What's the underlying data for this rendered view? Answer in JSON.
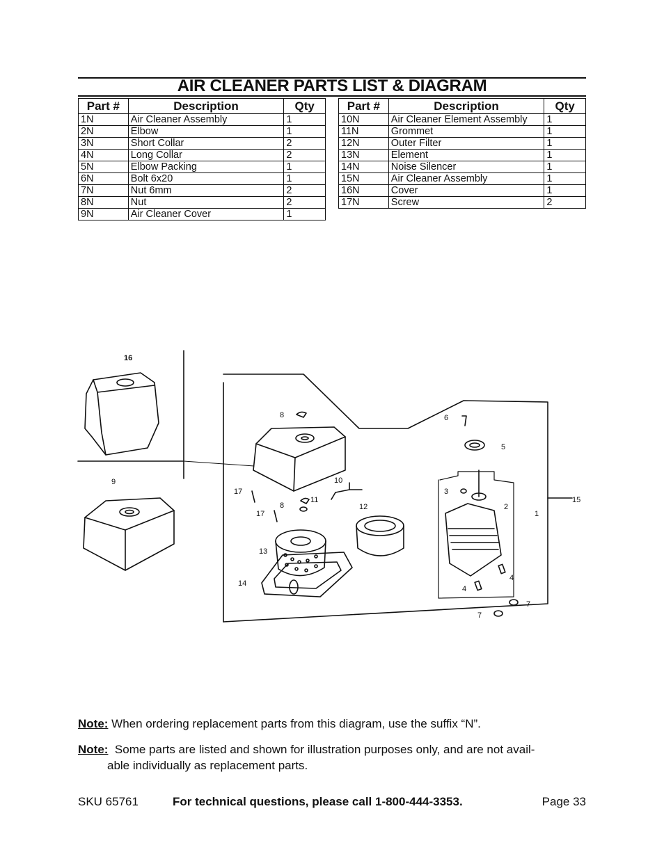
{
  "title": "AIR CLEANER PARTS LIST & DIAGRAM",
  "table_headers": {
    "part": "Part #",
    "description": "Description",
    "qty": "Qty"
  },
  "left_table": [
    {
      "part": "1N",
      "description": "Air Cleaner Assembly",
      "qty": "1"
    },
    {
      "part": "2N",
      "description": "Elbow",
      "qty": "1"
    },
    {
      "part": "3N",
      "description": "Short Collar",
      "qty": "2"
    },
    {
      "part": "4N",
      "description": "Long Collar",
      "qty": "2"
    },
    {
      "part": "5N",
      "description": "Elbow Packing",
      "qty": "1"
    },
    {
      "part": "6N",
      "description": "Bolt 6x20",
      "qty": "1"
    },
    {
      "part": "7N",
      "description": "Nut 6mm",
      "qty": "2"
    },
    {
      "part": "8N",
      "description": "Nut",
      "qty": "2"
    },
    {
      "part": "9N",
      "description": "Air Cleaner Cover",
      "qty": "1"
    }
  ],
  "right_table": [
    {
      "part": "10N",
      "description": "Air Cleaner Element Assembly",
      "qty": "1"
    },
    {
      "part": "11N",
      "description": "Grommet",
      "qty": "1"
    },
    {
      "part": "12N",
      "description": "Outer Filter",
      "qty": "1"
    },
    {
      "part": "13N",
      "description": "Element",
      "qty": "1"
    },
    {
      "part": "14N",
      "description": "Noise Silencer",
      "qty": "1"
    },
    {
      "part": "15N",
      "description": "Air Cleaner Assembly",
      "qty": "1"
    },
    {
      "part": "16N",
      "description": "Cover",
      "qty": "1"
    },
    {
      "part": "17N",
      "description": "Screw",
      "qty": "2"
    }
  ],
  "diagram_labels": {
    "l16": "16",
    "l9": "9",
    "l8a": "8",
    "l8b": "8",
    "l17a": "17",
    "l17b": "17",
    "l10": "10",
    "l11": "11",
    "l12": "12",
    "l13": "13",
    "l14": "14",
    "l6": "6",
    "l5": "5",
    "l3": "3",
    "l2": "2",
    "l1": "1",
    "l15": "15",
    "l4a": "4",
    "l4b": "4",
    "l7a": "7",
    "l7b": "7"
  },
  "notes": {
    "note_label": "Note:",
    "note1": " When ordering replacement parts from this diagram, use the suffix “N”.",
    "note2_line1": "  Some parts are listed and shown for illustration purposes only, and are not avail-",
    "note2_line2": "able individually as replacement parts."
  },
  "footer": {
    "sku": "SKU 65761",
    "tech": "For technical questions, please call 1-800-444-3353.",
    "page": "Page 33"
  }
}
